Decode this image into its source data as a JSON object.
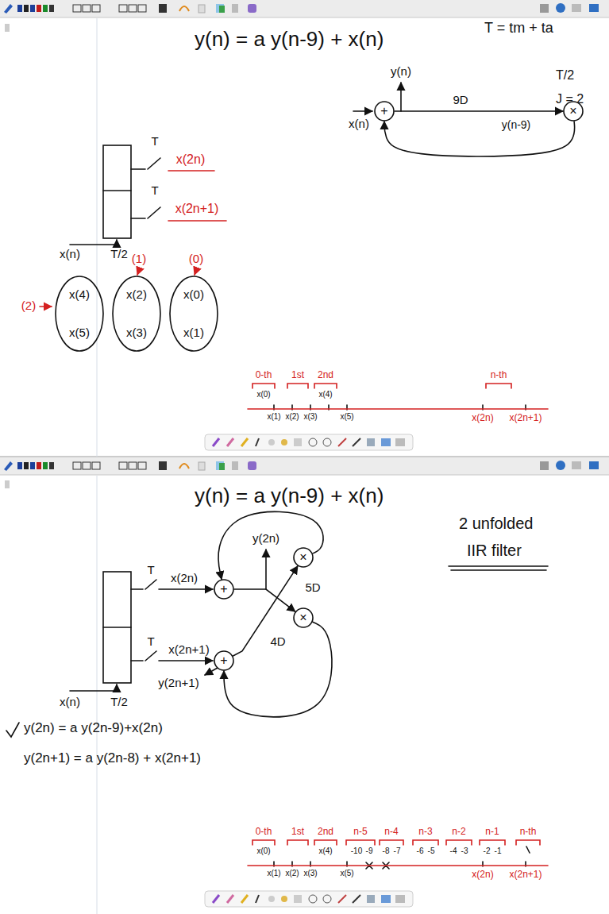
{
  "diagram": {
    "nodes": [
      {
        "text": [
          "+"
        ]
      },
      {
        "text": [
          "×"
        ]
      },
      {
        "text": [
          "x(4)",
          "x(5)"
        ]
      },
      {
        "text": [
          "x(2)",
          "x(3)"
        ]
      },
      {
        "text": [
          "x(0)",
          "x(1)"
        ]
      },
      {
        "text": [
          "+"
        ]
      },
      {
        "text": [
          "+"
        ]
      },
      {
        "text": [
          "×"
        ]
      },
      {
        "text": [
          "×"
        ]
      }
    ],
    "edges": [
      {
        "from": 0,
        "to": 1,
        "arrow": "to",
        "label": "9D"
      },
      {
        "from": 1,
        "to": 0,
        "arrow": "to"
      },
      {
        "from": 5,
        "to": 8,
        "arrow": "to",
        "label": "4D"
      },
      {
        "from": 6,
        "to": 7,
        "arrow": "to",
        "label": "5D"
      },
      {
        "from": 7,
        "to": 5,
        "arrow": "to"
      },
      {
        "from": 8,
        "to": 6,
        "arrow": "to"
      }
    ],
    "labels": [
      "y(n) = a y(n-9) + x(n)",
      "T = tm + ta",
      "y(n)",
      "x(n)",
      "y(n-9)",
      "T/2",
      "J = 2",
      "T",
      "x(2n)",
      "T",
      "x(2n+1)",
      "x(n)",
      "T/2",
      "(2)",
      "(1)",
      "(0)",
      "0-th",
      "1st",
      "2nd",
      "n-th",
      "x(0)",
      "x(4)",
      "x(1)",
      "x(2)",
      "x(3)",
      "x(5)",
      "x(2n)",
      "x(2n+1)",
      "y(n) = a y(n-9) + x(n)",
      "2 unfolded",
      "IIR filter",
      "T",
      "T",
      "x(2n)",
      "x(2n+1)",
      "y(2n)",
      "y(2n+1)",
      "x(n)",
      "T/2",
      "y(2n) = a y(2n-9)+x(2n)",
      "y(2n+1) = a y(2n-8) + x(2n+1)",
      "0-th",
      "1st",
      "2nd",
      "n-5",
      "n-4",
      "n-3",
      "n-2",
      "n-1",
      "n-th",
      "-10",
      "-9",
      "-8",
      "-7",
      "-6",
      "-5",
      "-4",
      "-3",
      "-2",
      "-1",
      "x(0)",
      "x(4)",
      "x(1)",
      "x(2)",
      "x(3)",
      "x(5)",
      "x(2n)",
      "x(2n+1)"
    ]
  }
}
